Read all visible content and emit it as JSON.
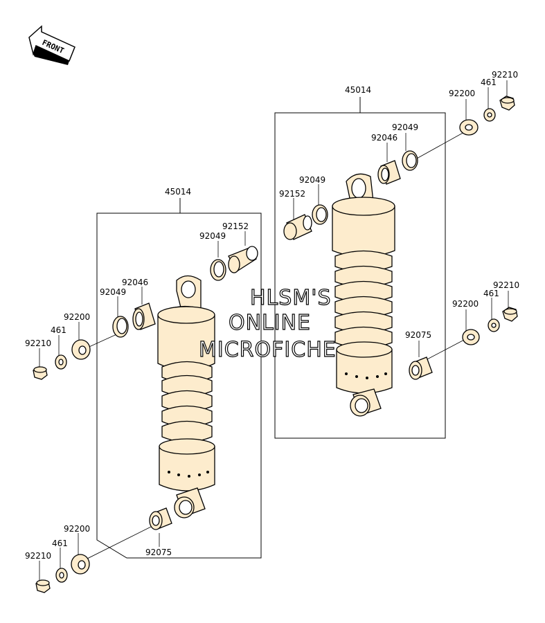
{
  "front_label": "FRONT",
  "watermark": {
    "line1": "HLSM'S",
    "line2": "ONLINE",
    "line3": "MICROFICHE"
  },
  "left_assembly": {
    "assembly_no": "45014",
    "top_parts": [
      "92152",
      "92049",
      "92046",
      "92049"
    ],
    "top_mount_hardware": [
      "92200",
      "461",
      "92210"
    ],
    "bottom_bushing": "92075",
    "bottom_mount_hardware": [
      "92200",
      "461",
      "92210"
    ]
  },
  "right_assembly": {
    "assembly_no": "45014",
    "top_parts": [
      "92049",
      "92046",
      "92049",
      "92152"
    ],
    "top_mount_hardware": [
      "92200",
      "461",
      "92210"
    ],
    "bottom_bushing": "92075",
    "bottom_mount_hardware": [
      "92200",
      "461",
      "92210"
    ]
  },
  "colors": {
    "part_fill": "#fdeccd",
    "outline": "#000000",
    "background": "#ffffff"
  }
}
